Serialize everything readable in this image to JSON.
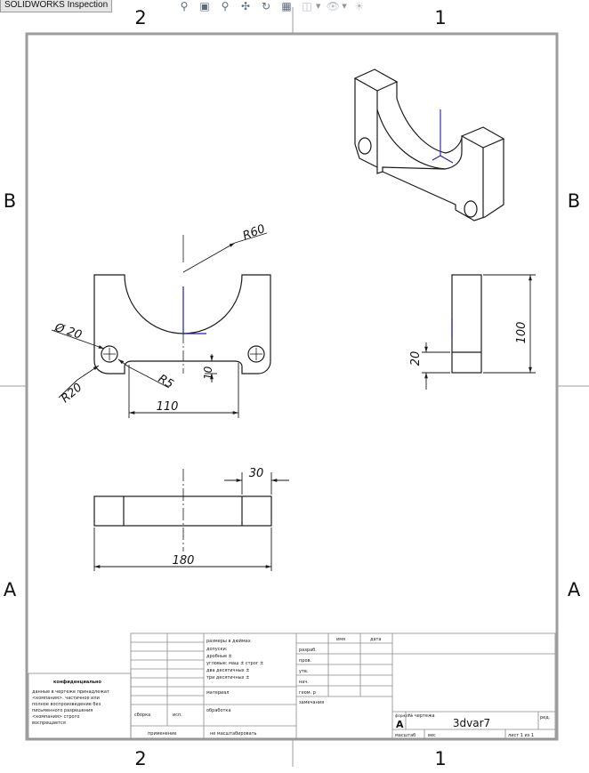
{
  "app": {
    "title": "SOLIDWORKS Inspection"
  },
  "toolbar": {
    "icons": [
      "zoom-to-fit-icon",
      "zoom-area-icon",
      "zoom-icon",
      "pan-icon",
      "rotate-icon",
      "view-orientation-icon",
      "display-style-icon",
      "hide-show-icon",
      "lighting-icon"
    ]
  },
  "zones": {
    "col_left": "2",
    "col_right": "1",
    "row_top": "B",
    "row_bottom": "A"
  },
  "dimensions": {
    "r60": "R60",
    "dia20": "Ø 20",
    "r20": "R20",
    "r5": "R5",
    "d10": "10",
    "d110": "110",
    "d100": "100",
    "d20": "20",
    "d30": "30",
    "d180": "180"
  },
  "title_block": {
    "part_name": "3dvar7",
    "size": "A",
    "drawing_no_label": "№ чертежа",
    "size_label": "формат",
    "rev_label": "ред.",
    "scale_label": "масштаб",
    "weight_label": "вес",
    "sheet_label": "лист 1 из 1",
    "name_col": "имя",
    "date_col": "дата",
    "roles": [
      "разраб.",
      "пров.",
      "утв.",
      "нач.",
      "геом. р",
      "замечания"
    ],
    "tolerances": [
      "размеры в дюймах",
      "допуски:",
      "дробные ±",
      "угловые: маш ± строг ±",
      "два десятичных ±",
      "три десятичных ±"
    ],
    "material_label": "материал",
    "finish_label": "обработка",
    "assy_label": "сборка",
    "used_label": "исп.",
    "application_label": "применение",
    "no_scale_label": "не масштабировать",
    "confidential_title": "конфиденциально",
    "confidential_lines": [
      "данные в чертеже принадлежат",
      "<компания>. частичное или",
      "полное воспроизведение без",
      "письменного разрешения",
      "<компания> строго",
      "воспрещается"
    ]
  },
  "colors": {
    "line": "#1a1a1a",
    "axis": "#1f1fa8",
    "border": "#9d9d9d"
  }
}
